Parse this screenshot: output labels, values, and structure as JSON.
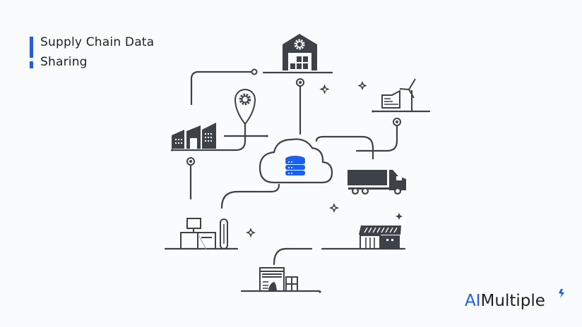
{
  "title": {
    "line1": "Supply Chain Data",
    "line2": "Sharing",
    "accent_color": "#1a5ff0"
  },
  "diagram": {
    "center": {
      "label": "cloud-database",
      "icon": "cloud-database-icon",
      "color": "#1a5ff0"
    },
    "nodes": [
      {
        "id": "warehouse",
        "icon": "warehouse-gear-icon"
      },
      {
        "id": "location-pin",
        "icon": "location-gear-pin-icon"
      },
      {
        "id": "factory",
        "icon": "factory-icon"
      },
      {
        "id": "wind-energy-plant",
        "icon": "wind-turbine-building-icon"
      },
      {
        "id": "truck",
        "icon": "truck-icon"
      },
      {
        "id": "office",
        "icon": "office-desk-icon"
      },
      {
        "id": "store",
        "icon": "store-icon"
      },
      {
        "id": "retail-shop",
        "icon": "shop-icon"
      }
    ],
    "line_color": "#3d4148",
    "icon_color": "#3d4148"
  },
  "logo": {
    "part1": "AI",
    "part2": "Multiple",
    "brand_color": "#1a5ff0"
  }
}
